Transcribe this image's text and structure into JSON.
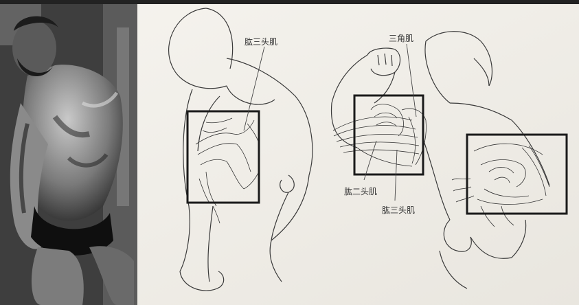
{
  "labels": {
    "triceps_top": "肱三头肌",
    "deltoid": "三角肌",
    "biceps": "肱二头肌",
    "triceps_bottom": "肱三头肌"
  },
  "colors": {
    "paper": "#f3f1ec",
    "ink": "#2b2b2b",
    "frame": "#1a1a1a",
    "photo_dark": "#141414",
    "photo_mid": "#6a6a6a",
    "photo_light": "#bdbdbd"
  }
}
